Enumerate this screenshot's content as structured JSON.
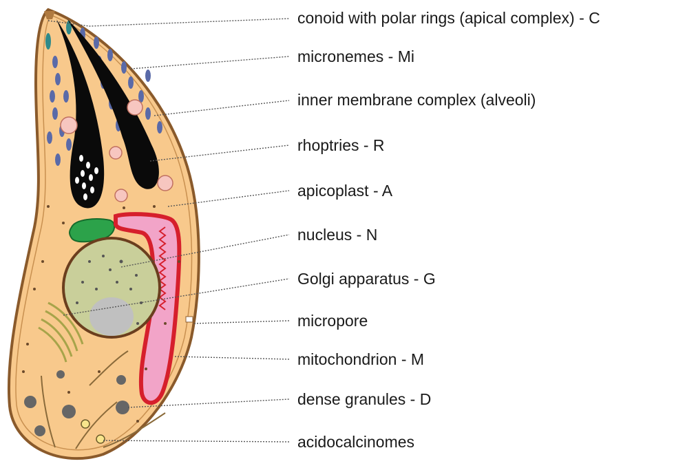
{
  "colors": {
    "cytoplasm": "#f8c98c",
    "cell_outline": "#8a5a2b",
    "micronemes": "#5a6aa8",
    "rhoptry": "#0a0a0a",
    "dense_granule": "#666666",
    "apicoplast": "#2ca24a",
    "mitochondrion_outer": "#d61f2c",
    "mitochondrion_inner": "#f2a4c8",
    "nucleus_fill": "#c9cf9a",
    "nucleus_outline": "#6b3e1e",
    "nucleolus": "#c0c0c0",
    "golgi": "#a7a44a",
    "vesicle": "#f7c6c0"
  },
  "labels": [
    {
      "id": "conoid",
      "text": "conoid with polar rings (apical complex) - C"
    },
    {
      "id": "micronemes",
      "text": "micronemes - Mi"
    },
    {
      "id": "imc",
      "text": "inner membrane complex (alveoli)"
    },
    {
      "id": "rhoptries",
      "text": "rhoptries - R"
    },
    {
      "id": "apicoplast",
      "text": "apicoplast - A"
    },
    {
      "id": "nucleus",
      "text": "nucleus - N"
    },
    {
      "id": "golgi",
      "text": "Golgi apparatus - G"
    },
    {
      "id": "micropore",
      "text": "micropore"
    },
    {
      "id": "mitochondrion",
      "text": "mitochondrion - M"
    },
    {
      "id": "dense_granules",
      "text": "dense granules - D"
    },
    {
      "id": "acidocalcisomes",
      "text": "acidocalcinomes"
    }
  ]
}
